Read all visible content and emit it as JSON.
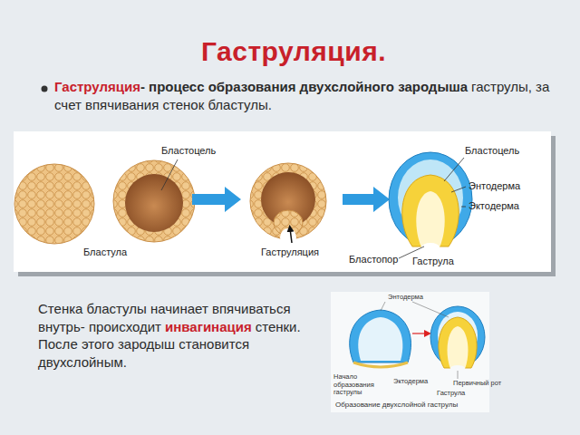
{
  "diagram": {
    "title": "Гаструляция.",
    "caption": "Образование двухслойной гаструлы",
    "labels": [
      "Гаструляция",
      "- процесс образования двухслойного зародыша",
      "гаструлы, за счет впячивания стенок бластулы.",
      "Бластоцель",
      "Бластоцель",
      "Энтодерма",
      "Эктодерма",
      "Бластула",
      "Гаструляция",
      "Бластопор",
      "Гаструла",
      "Стенка бластулы начинает впячиваться внутрь- происходит",
      "инвагинация",
      "стенки.",
      "После этого зародыш становится двухслойным.",
      "Энтодерма",
      "Начало образования гаструлы",
      "Эктодерма",
      "Первичный рот",
      "Гаструла"
    ]
  }
}
